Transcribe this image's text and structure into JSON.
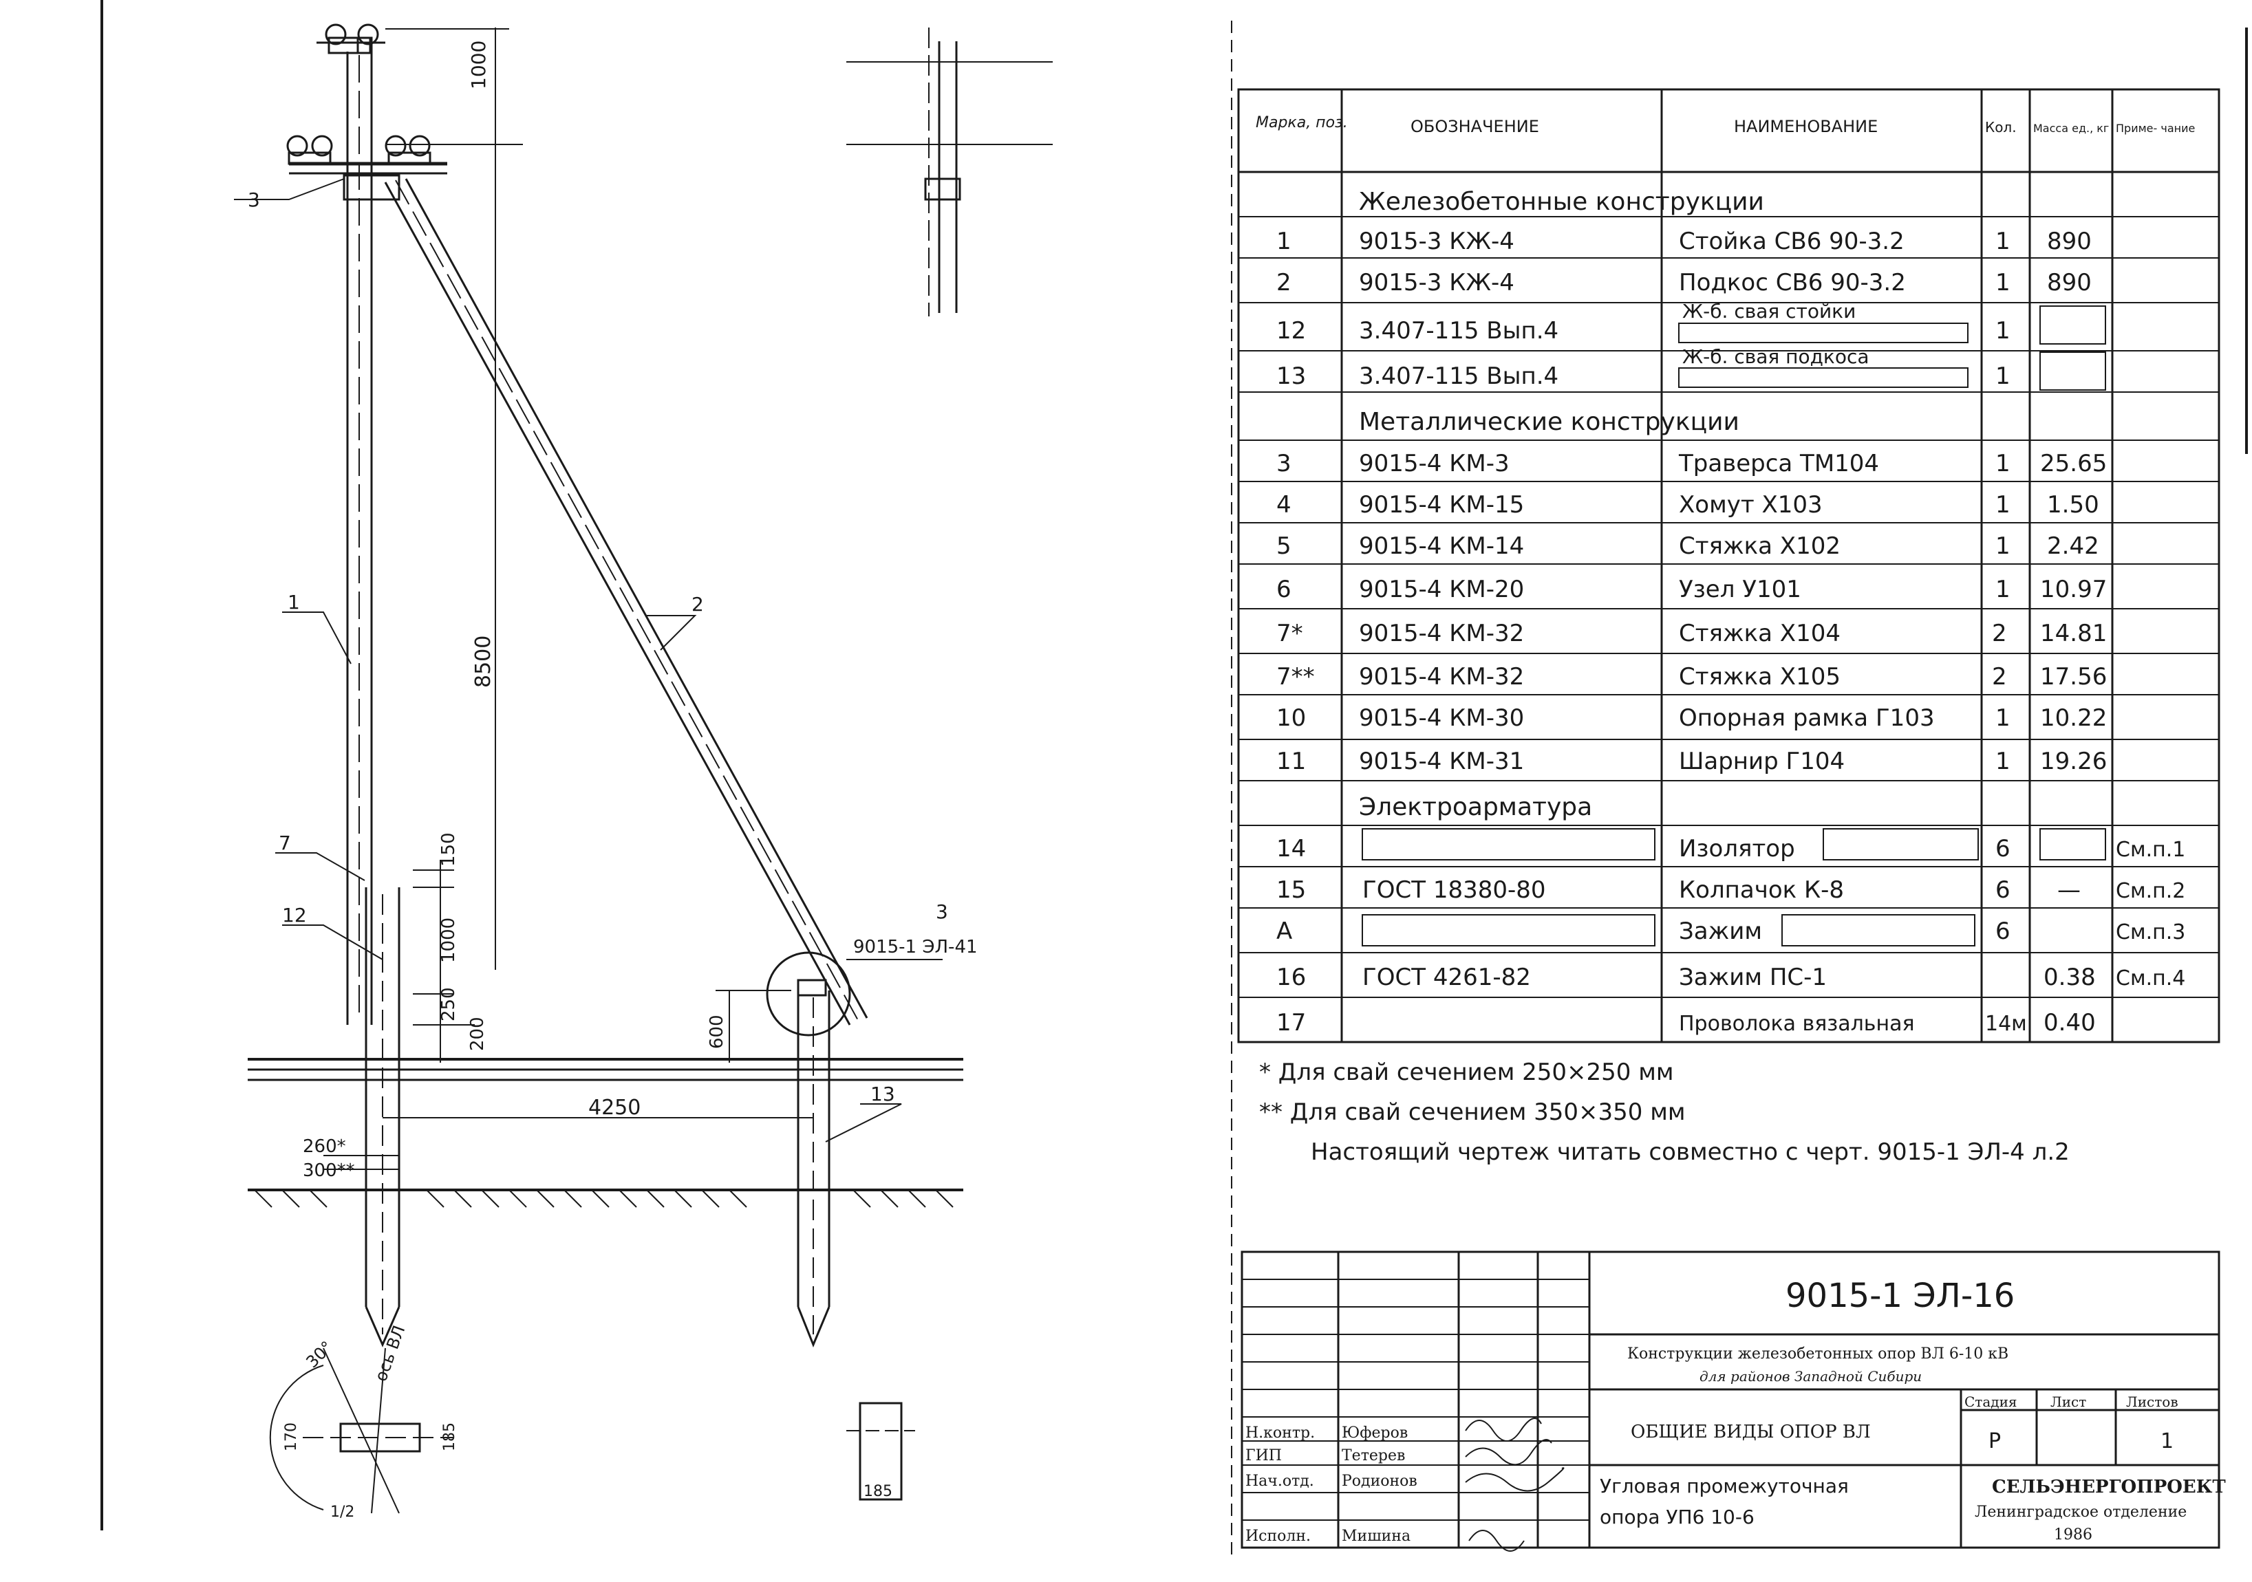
{
  "drawing": {
    "pos": {
      "p1": "1",
      "p2": "2",
      "p3": "3",
      "p7": "7",
      "p12": "12",
      "p13": "13"
    },
    "dims": {
      "d1000_top": "1000",
      "d8500": "8500",
      "d150": "150",
      "d1000_mid": "1000",
      "d250": "250",
      "d200": "200",
      "d600": "600",
      "d4250": "4250",
      "d260": "260*",
      "d300": "300**",
      "d170": "170",
      "d185a": "185",
      "d185b": "185",
      "ang30": "30°",
      "ang12": "1/2",
      "axis": "ось ВЛ"
    },
    "callout": {
      "num": "3",
      "ref": "9015-1 ЭЛ-41"
    }
  },
  "spec": {
    "headers": {
      "mark": "Марка, поз.",
      "designation": "ОБОЗНАЧЕНИЕ",
      "name": "НАИМЕНОВАНИЕ",
      "qty": "Кол.",
      "mass": "Масса ед., кг",
      "note": "Приме- чание"
    },
    "sections": {
      "concrete": "Железобетонные конструкции",
      "metal": "Металлические конструкции",
      "electric": "Электроарматура"
    },
    "rows_concrete": [
      {
        "mark": "1",
        "des": "9015-3 КЖ-4",
        "name": "Стойка СВ6 90-3.2",
        "qty": "1",
        "mass": "890",
        "note": ""
      },
      {
        "mark": "2",
        "des": "9015-3 КЖ-4",
        "name": "Подкос СВ6 90-3.2",
        "qty": "1",
        "mass": "890",
        "note": ""
      },
      {
        "mark": "12",
        "des": "3.407-115 Вып.4",
        "name": "Ж-б. свая стойки",
        "qty": "1",
        "mass": "",
        "note": ""
      },
      {
        "mark": "13",
        "des": "3.407-115 Вып.4",
        "name": "Ж-б. свая подкоса",
        "qty": "1",
        "mass": "",
        "note": ""
      }
    ],
    "rows_metal": [
      {
        "mark": "3",
        "des": "9015-4 КМ-3",
        "name": "Траверса ТМ104",
        "qty": "1",
        "mass": "25.65",
        "note": ""
      },
      {
        "mark": "4",
        "des": "9015-4 КМ-15",
        "name": "Хомут Х103",
        "qty": "1",
        "mass": "1.50",
        "note": ""
      },
      {
        "mark": "5",
        "des": "9015-4 КМ-14",
        "name": "Стяжка Х102",
        "qty": "1",
        "mass": "2.42",
        "note": ""
      },
      {
        "mark": "6",
        "des": "9015-4 КМ-20",
        "name": "Узел У101",
        "qty": "1",
        "mass": "10.97",
        "note": ""
      },
      {
        "mark": "7*",
        "des": "9015-4 КМ-32",
        "name": "Стяжка Х104",
        "qty": "2",
        "mass": "14.81",
        "note": ""
      },
      {
        "mark": "7**",
        "des": "9015-4 КМ-32",
        "name": "Стяжка Х105",
        "qty": "2",
        "mass": "17.56",
        "note": ""
      },
      {
        "mark": "10",
        "des": "9015-4 КМ-30",
        "name": "Опорная рамка Г103",
        "qty": "1",
        "mass": "10.22",
        "note": ""
      },
      {
        "mark": "11",
        "des": "9015-4 КМ-31",
        "name": "Шарнир Г104",
        "qty": "1",
        "mass": "19.26",
        "note": ""
      }
    ],
    "rows_electric": [
      {
        "mark": "14",
        "des": "",
        "name": "Изолятор",
        "qty": "6",
        "mass": "",
        "note": "См.п.1"
      },
      {
        "mark": "15",
        "des": "ГОСТ 18380-80",
        "name": "Колпачок К-8",
        "qty": "6",
        "mass": "—",
        "note": "См.п.2"
      },
      {
        "mark": "А",
        "des": "",
        "name": "Зажим",
        "qty": "6",
        "mass": "",
        "note": "См.п.3"
      },
      {
        "mark": "16",
        "des": "ГОСТ 4261-82",
        "name": "Зажим ПС-1",
        "qty": "",
        "mass": "0.38",
        "note": "См.п.4"
      },
      {
        "mark": "17",
        "des": "",
        "name": "Проволока вязальная",
        "qty": "14м",
        "mass": "0.40",
        "note": ""
      }
    ]
  },
  "notes": {
    "n1": "* Для свай сечением 250×250 мм",
    "n2": "** Для свай сечением 350×350 мм",
    "n3": "Настоящий чертеж читать совместно с черт. 9015-1 ЭЛ-4 л.2"
  },
  "title_block": {
    "code": "9015-1 ЭЛ-16",
    "project_line1": "Конструкции железобетонных опор ВЛ 6-10 кВ",
    "project_line2": "для районов Западной Сибири",
    "sheet_title": "ОБЩИЕ ВИДЫ ОПОР ВЛ",
    "subtitle_line1": "Угловая промежуточная",
    "subtitle_line2": "опора УП6 10-6",
    "stage_label": "Стадия",
    "sheet_label": "Лист",
    "sheets_label": "Листов",
    "stage_value": "Р",
    "sheet_value": "",
    "sheets_value": "1",
    "org_line1": "СЕЛЬЭНЕРГОПРОЕКТ",
    "org_line2": "Ленинградское отделение",
    "year": "1986",
    "roles": [
      {
        "role": "Н.контр.",
        "name": "Юферов"
      },
      {
        "role": "ГИП",
        "name": "Тетерев"
      },
      {
        "role": "Нач.отд.",
        "name": "Родионов"
      },
      {
        "role": "Исполн.",
        "name": "Мишина"
      }
    ]
  },
  "colors": {
    "ink": "#1a1a1a",
    "paper": "#ffffff"
  }
}
